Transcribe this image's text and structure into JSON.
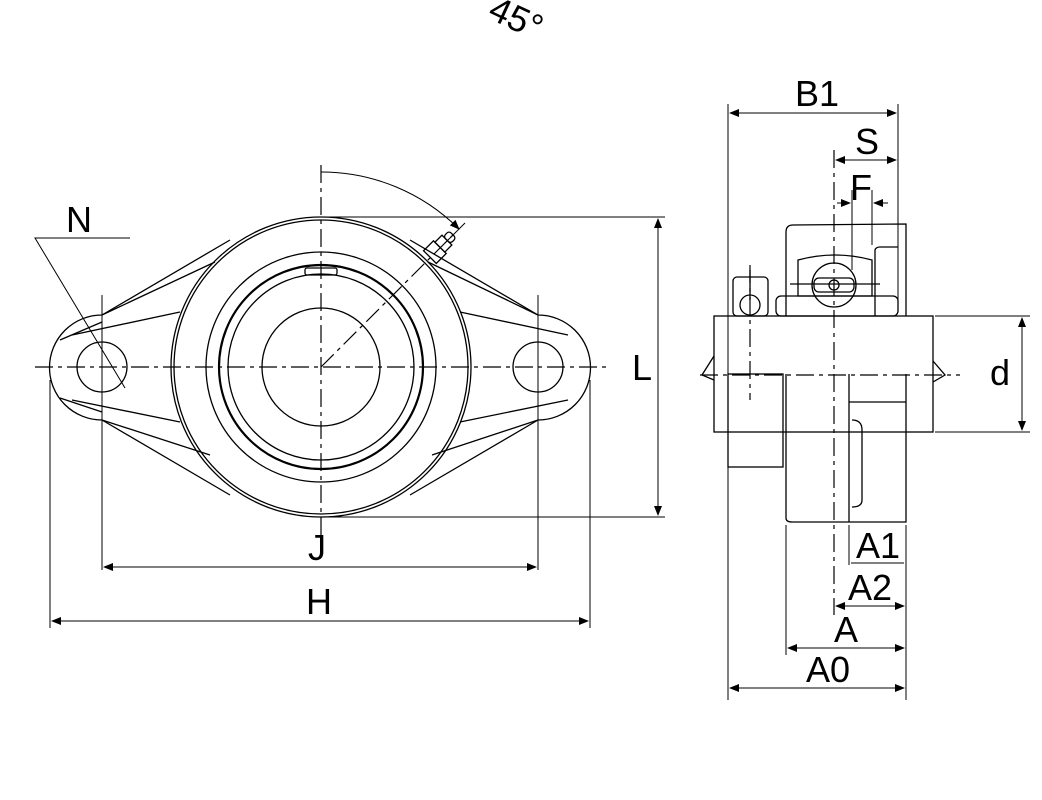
{
  "drawing": {
    "title": "2-bolt flange bearing unit dimension drawing",
    "labels": {
      "N": "N",
      "angle": "45°",
      "L": "L",
      "J": "J",
      "H": "H",
      "B1": "B1",
      "S": "S",
      "F": "F",
      "d": "d",
      "A1": "A1",
      "A2": "A2",
      "A": "A",
      "A0": "A0"
    },
    "colors": {
      "line": "#000000",
      "background": "#ffffff"
    }
  }
}
